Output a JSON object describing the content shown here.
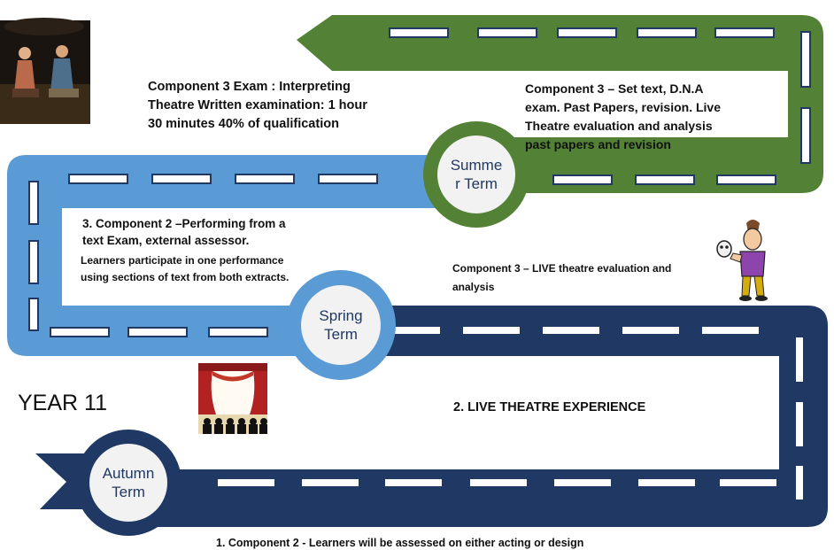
{
  "year_label": "YEAR 11",
  "terms": {
    "summer": [
      "Summe",
      "r Term"
    ],
    "spring": [
      "Spring",
      "Term"
    ],
    "autumn": [
      "Autumn",
      "Term"
    ]
  },
  "notes": {
    "comp3_exam": [
      "Component 3 Exam : Interpreting",
      "Theatre Written examination: 1 hour",
      "30 minutes 40% of qualification"
    ],
    "comp3_set_text": [
      "Component 3 – Set text, D.N.A",
      "exam. Past Papers, revision. Live",
      "Theatre evaluation and analysis",
      "past papers and revision"
    ],
    "comp2_heading": [
      "3. Component 2 –Performing from a",
      "text  Exam, external assessor."
    ],
    "comp2_detail": [
      "Learners participate in one performance",
      "using sections of text from both extracts."
    ],
    "comp3_live": [
      "Component 3 – LIVE theatre  evaluation and",
      "analysis"
    ],
    "live_theatre": [
      "2. LIVE THEATRE EXPERIENCE"
    ],
    "comp2_bottom": [
      "1. Component 2 - Learners will be assessed on either acting or design"
    ]
  },
  "colors": {
    "green_road": "#538135",
    "blue_road": "#5b9bd5",
    "navy_road": "#1f3864",
    "circle_fill": "#f2f2f2",
    "term_text": "#1f3864"
  },
  "images": [
    "actors-photo",
    "theatre-stage-clipart",
    "hamlet-skull-clipart"
  ]
}
